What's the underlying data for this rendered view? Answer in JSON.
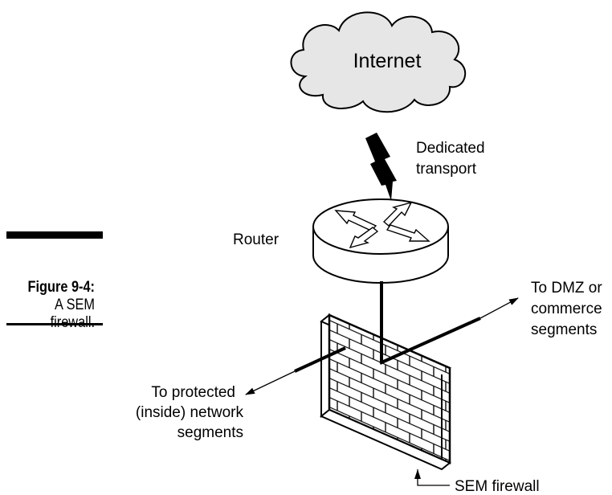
{
  "caption": {
    "figure_number": "Figure 9-4:",
    "line1": "A SEM",
    "line2": "firewall."
  },
  "labels": {
    "internet": "Internet",
    "dedicated_line1": "Dedicated",
    "dedicated_line2": "transport",
    "router": "Router",
    "dmz_line1": "To DMZ or",
    "dmz_line2": "commerce",
    "dmz_line3": "segments",
    "protected_line1": "To protected",
    "protected_line2": "(inside) network",
    "protected_line3": "segments",
    "sem_firewall": "SEM firewall"
  },
  "colors": {
    "cloud_fill": "#e6e6e6",
    "router_fill": "#ffffff",
    "line": "#000000",
    "brick_fill": "#ffffff"
  }
}
